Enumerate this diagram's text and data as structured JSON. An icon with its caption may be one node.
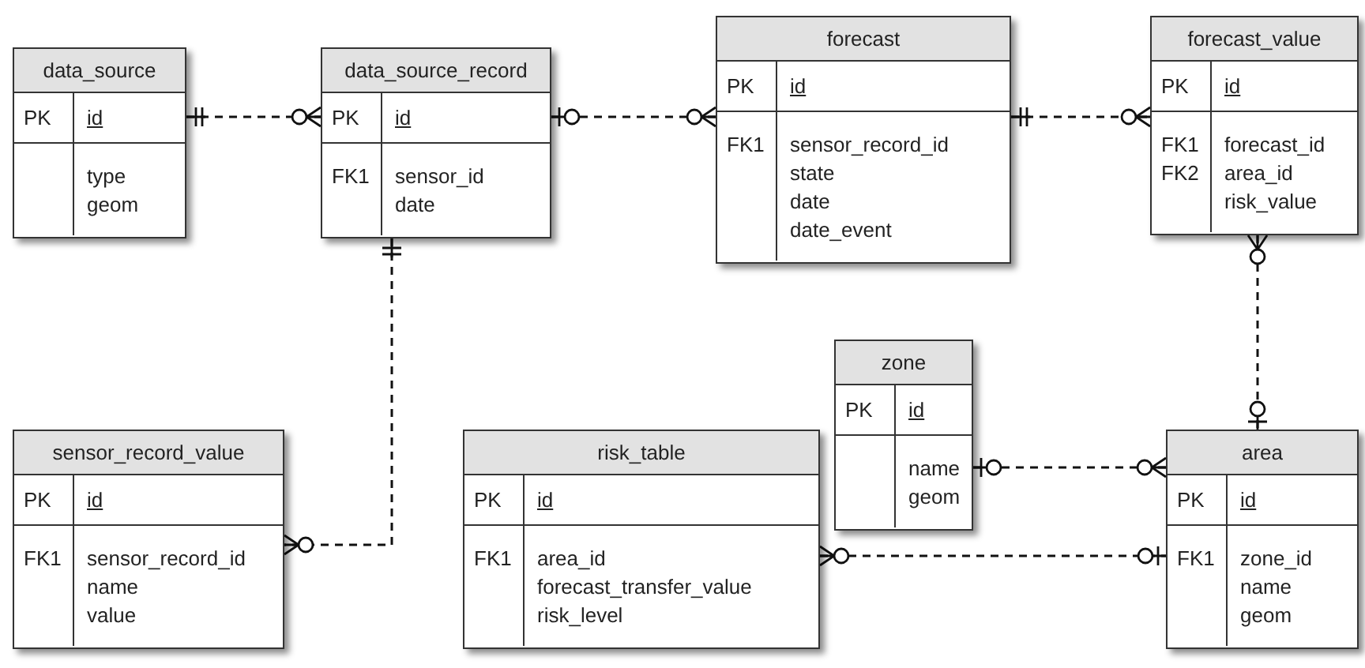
{
  "diagram": {
    "nodes": [
      {
        "text": [
          "data_source",
          "PK",
          "id",
          "type",
          "geom"
        ]
      },
      {
        "text": [
          "data_source_record",
          "PK",
          "id",
          "FK1",
          "sensor_id",
          "date"
        ]
      },
      {
        "text": [
          "forecast",
          "PK",
          "id",
          "FK1",
          "sensor_record_id",
          "state",
          "date",
          "date_event"
        ]
      },
      {
        "text": [
          "forecast_value",
          "PK",
          "id",
          "FK1",
          "FK2",
          "forecast_id",
          "area_id",
          "risk_value"
        ]
      },
      {
        "text": [
          "zone",
          "PK",
          "id",
          "name",
          "geom"
        ]
      },
      {
        "text": [
          "sensor_record_value",
          "PK",
          "id",
          "FK1",
          "sensor_record_id",
          "name",
          "value"
        ]
      },
      {
        "text": [
          "risk_table",
          "PK",
          "id",
          "FK1",
          "area_id",
          "forecast_transfer_value",
          "risk_level"
        ]
      },
      {
        "text": [
          "area",
          "PK",
          "id",
          "FK1",
          "zone_id",
          "name",
          "geom"
        ]
      }
    ],
    "edges": [
      {
        "from": 0,
        "to": 1,
        "arrow": "other",
        "style": "dashed"
      },
      {
        "from": 1,
        "to": 2,
        "arrow": "other",
        "style": "dashed"
      },
      {
        "from": 2,
        "to": 3,
        "arrow": "other",
        "style": "dashed"
      },
      {
        "from": 3,
        "to": 7,
        "arrow": "other",
        "style": "dashed"
      },
      {
        "from": 1,
        "to": 5,
        "arrow": "other",
        "style": "dashed"
      },
      {
        "from": 4,
        "to": 7,
        "arrow": "other",
        "style": "dashed"
      },
      {
        "from": 6,
        "to": 7,
        "arrow": "other",
        "style": "dashed"
      }
    ]
  }
}
